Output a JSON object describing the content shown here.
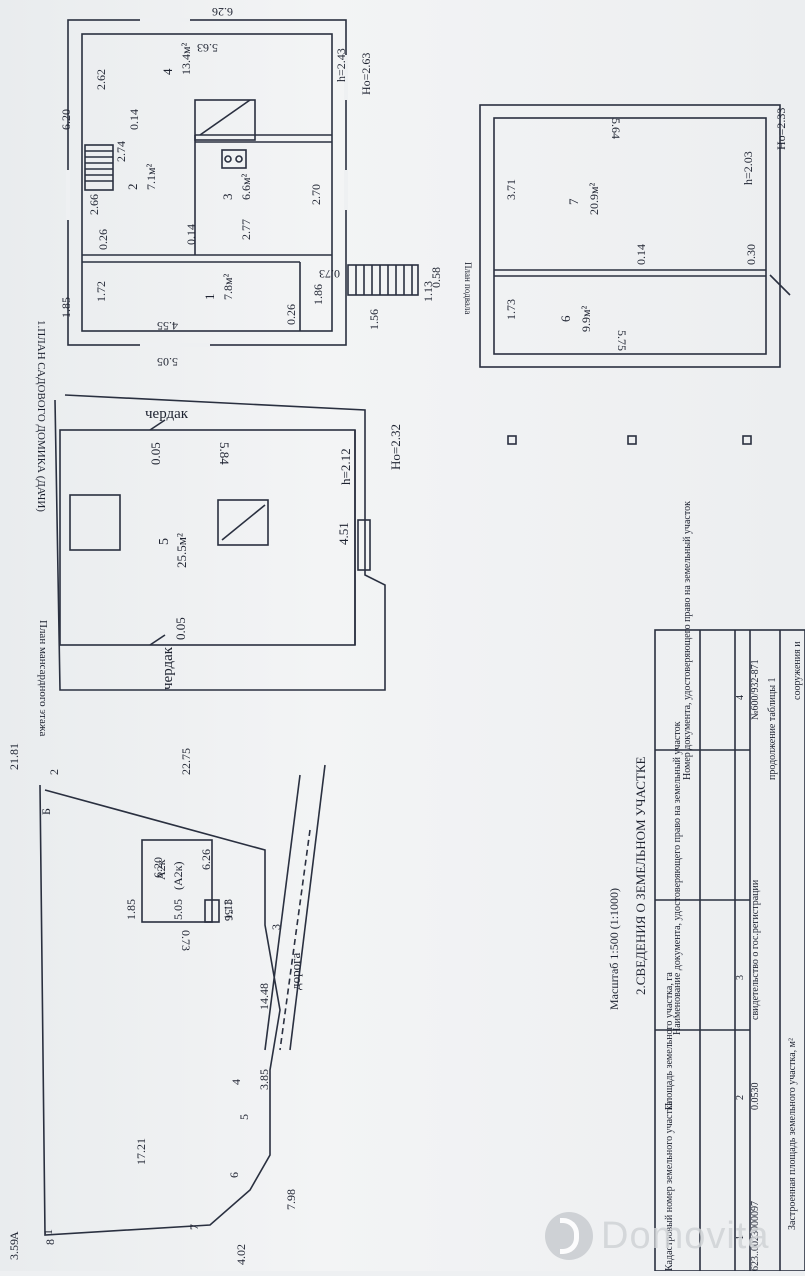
{
  "first_floor": {
    "title": "1.ПЛАН САДОВОГО ДОМИКА (ДАЧИ)",
    "dims": [
      "6.26",
      "5.63",
      "6.20",
      "1.85",
      "5.05",
      "4.55",
      "2.62",
      "0.14",
      "2.74",
      "2.66",
      "0.26",
      "0.14",
      "2.77",
      "2.70",
      "1.72",
      "0.26",
      "1.86",
      "1.56",
      "1.13",
      "0.58",
      "0.73",
      "h=2.43",
      "Hо=2.63"
    ],
    "rooms": [
      {
        "no": "1",
        "area": "7.8м²"
      },
      {
        "no": "2",
        "area": "7.1м²"
      },
      {
        "no": "3",
        "area": "6.6м²"
      },
      {
        "no": "4",
        "area": "13.4м²"
      }
    ]
  },
  "attic": {
    "title": "План мансардного этажа",
    "labels": [
      "чердак",
      "чердак"
    ],
    "dims": [
      "0.05",
      "5.84",
      "0.05",
      "4.51",
      "h=2.12",
      "Hо=2.32"
    ],
    "room": {
      "no": "5",
      "area": "25.5м²"
    }
  },
  "basement": {
    "title": "План подвала",
    "dims": [
      "3.71",
      "5.64",
      "0.14",
      "0.30",
      "h=2.03",
      "Hо=2.33",
      "1.73",
      "5.75"
    ],
    "rooms": [
      {
        "no": "7",
        "area": "20.9м²"
      },
      {
        "no": "6",
        "area": "9.9м²"
      }
    ]
  },
  "site": {
    "dims": [
      "21.81",
      "22.75",
      "3.59",
      "17.21",
      "4.02",
      "7.98",
      "3.85",
      "14.48",
      "6.26",
      "6.20",
      "1.85",
      "5.05",
      "0.73",
      "1.13",
      "1.56"
    ],
    "points": [
      "А",
      "Б",
      "1",
      "2",
      "3",
      "4",
      "5",
      "6",
      "7",
      "8"
    ],
    "building": [
      "А2к",
      "(А2к)"
    ],
    "road": "дорога"
  },
  "scale": "Масштаб 1:500 (1:1000)",
  "section2": {
    "title": "2.СВЕДЕНИЯ О ЗЕМЕЛЬНОМ УЧАСТКЕ",
    "headers": [
      "Кадастровый номер земельного участка",
      "Площадь земельного участка, га",
      "Наименование документа, удостоверяющего право на земельный участок",
      "Номер документа, удостоверяющего право на земельный участок"
    ],
    "col_nums": [
      "1",
      "2",
      "3",
      "4"
    ],
    "row": [
      "623..0023000097",
      "0.0530",
      "свидетельство о гос.регистрации",
      "№600/932-871"
    ],
    "continuation": "продолжение таблицы 1",
    "built_area": "Застроенная площадь земельного участка, м²",
    "cut_text": "сооружения и"
  },
  "watermark": "Domovita"
}
